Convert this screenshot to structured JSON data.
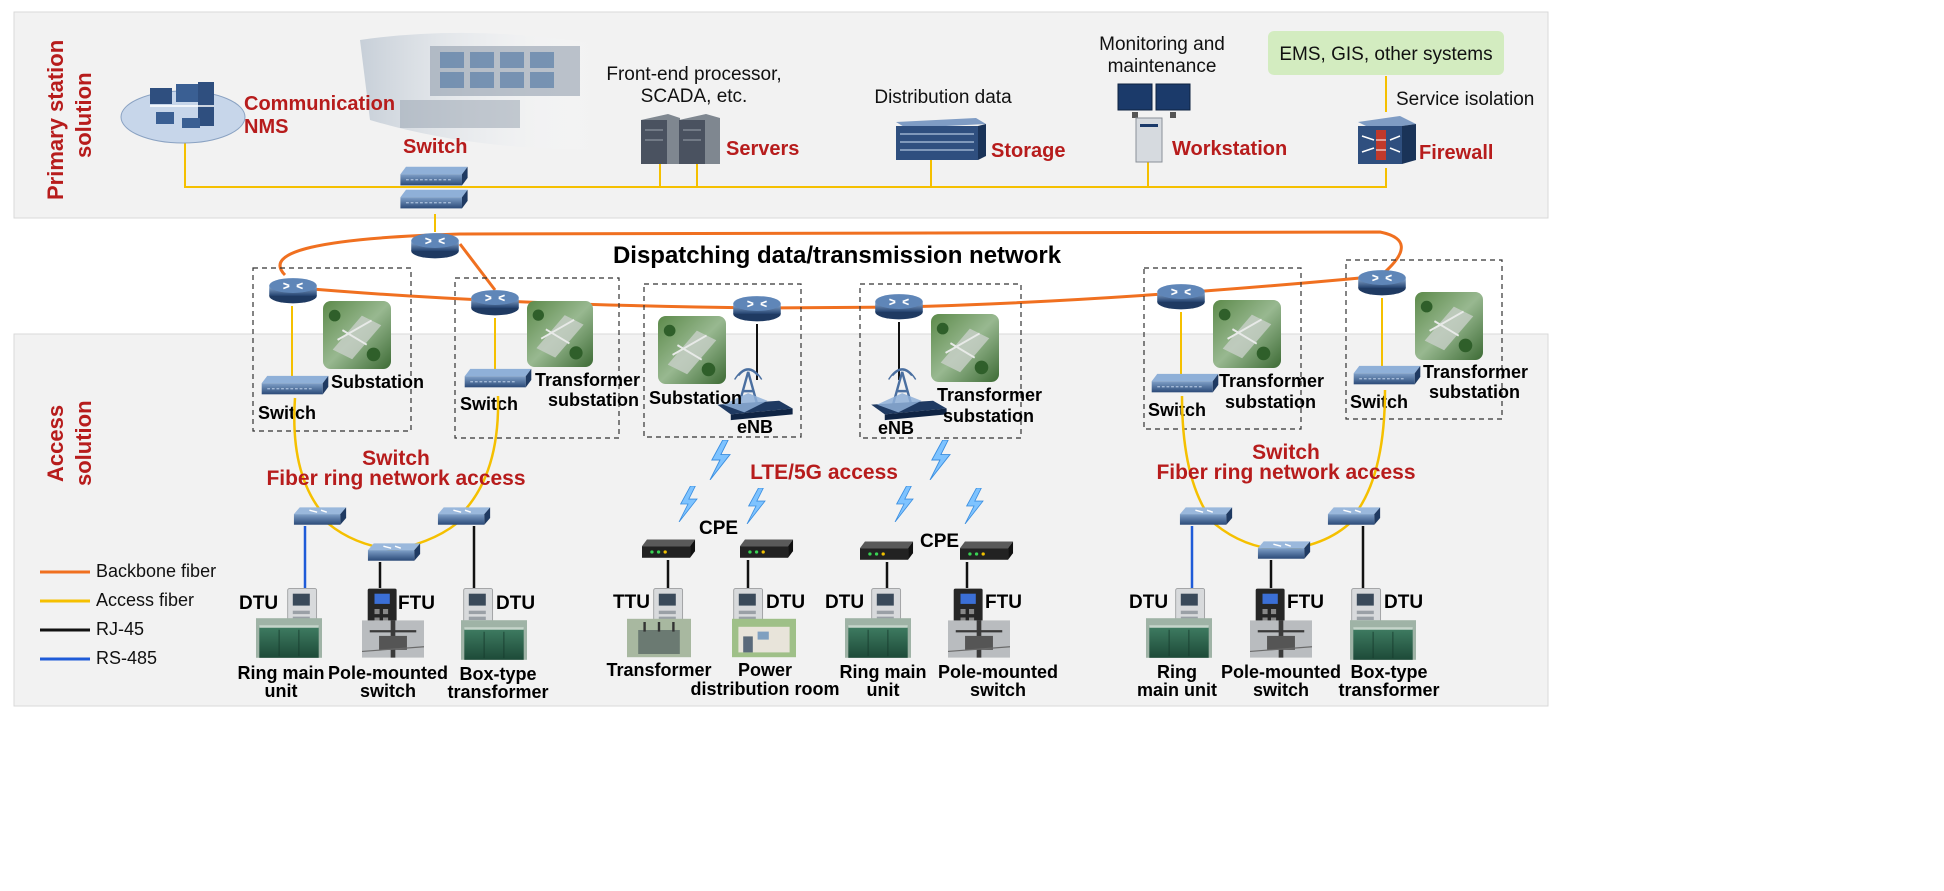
{
  "sections": {
    "primary_title_line1": "Primary station",
    "primary_title_line2": "solution",
    "access_title_line1": "Access",
    "access_title_line2": "solution"
  },
  "primary": {
    "nms_label_line1": "Communication",
    "nms_label_line2": "NMS",
    "switch_label": "Switch",
    "servers_caption_line1": "Front-end processor,",
    "servers_caption_line2": "SCADA, etc.",
    "servers_label": "Servers",
    "storage_caption": "Distribution data",
    "storage_label": "Storage",
    "workstation_caption_line1": "Monitoring and",
    "workstation_caption_line2": "maintenance",
    "workstation_label": "Workstation",
    "ems_box": "EMS, GIS, other systems",
    "service_isolation": "Service isolation",
    "firewall_label": "Firewall"
  },
  "network": {
    "title": "Dispatching data/transmission network"
  },
  "access": {
    "group1": {
      "station": "Substation",
      "switch": "Switch"
    },
    "group2": {
      "station_line1": "Transformer",
      "station_line2": "substation",
      "switch": "Switch"
    },
    "group3": {
      "station": "Substation",
      "enb": "eNB"
    },
    "group4": {
      "station_line1": "Transformer",
      "station_line2": "substation",
      "enb": "eNB"
    },
    "group5": {
      "station_line1": "Transformer",
      "station_line2": "substation",
      "switch": "Switch"
    },
    "group6": {
      "station_line1": "Transformer",
      "station_line2": "substation",
      "switch": "Switch"
    },
    "left_title_line1": "Switch",
    "left_title_line2": "Fiber ring network access",
    "lte_title": "LTE/5G access",
    "right_title_line1": "Switch",
    "right_title_line2": "Fiber ring network access",
    "cpe_left": "CPE",
    "cpe_right": "CPE",
    "devices": {
      "dtu": "DTU",
      "ftu": "FTU",
      "ttu": "TTU"
    },
    "captions": {
      "ring_main_unit_line1": "Ring main",
      "ring_main_unit_line2": "unit",
      "pole_mounted_line1": "Pole-mounted",
      "pole_mounted_line2": "switch",
      "box_type_line1": "Box-type",
      "box_type_line2": "transformer",
      "transformer": "Transformer",
      "power_room_line1": "Power",
      "power_room_line2": "distribution room",
      "ring_r_line1": "Ring",
      "ring_r_line2": "main unit"
    }
  },
  "legend": {
    "items": [
      {
        "label": "Backbone fiber",
        "color": "#f07020"
      },
      {
        "label": "Access fiber",
        "color": "#f5c000"
      },
      {
        "label": "RJ-45",
        "color": "#111111"
      },
      {
        "label": "RS-485",
        "color": "#1e5bd8"
      }
    ]
  },
  "colors": {
    "backbone": "#f07020",
    "access": "#f5c000",
    "rj45": "#111111",
    "rs485": "#1e5bd8",
    "label_red": "#b71c1c",
    "ems_box_fill": "#d3ecc0",
    "panel_fill": "#f2f2f2",
    "device_blue": "#2f4f7f"
  }
}
